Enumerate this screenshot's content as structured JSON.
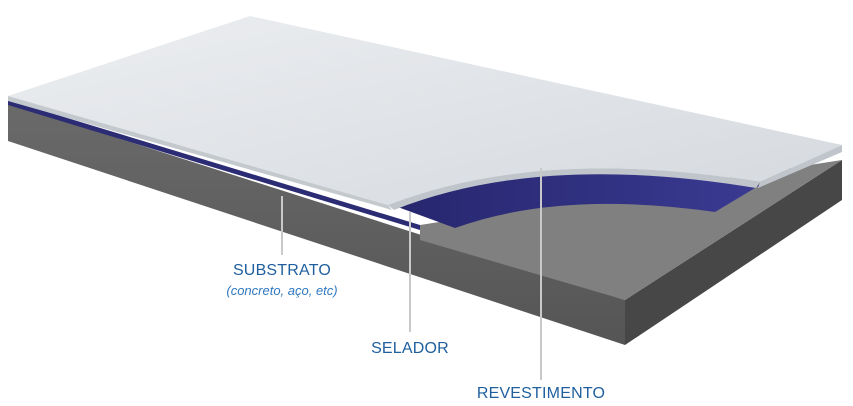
{
  "labels": {
    "substrato": {
      "title": "SUBSTRATO",
      "subtitle": "(concreto, aço, etc)"
    },
    "selador": {
      "title": "SELADOR"
    },
    "revestimento": {
      "title": "REVESTIMENTO"
    }
  },
  "colors": {
    "label_text": "#1f5f9e",
    "coating_top": "#dfe3e7",
    "coating_edge": "#c7ccd1",
    "sealer": "#2f2f7e",
    "substrate_top": "#7d7d7d",
    "substrate_front": "#5a5a5a",
    "substrate_side": "#4a4a4a",
    "leader_line": "#c9c9c9"
  }
}
